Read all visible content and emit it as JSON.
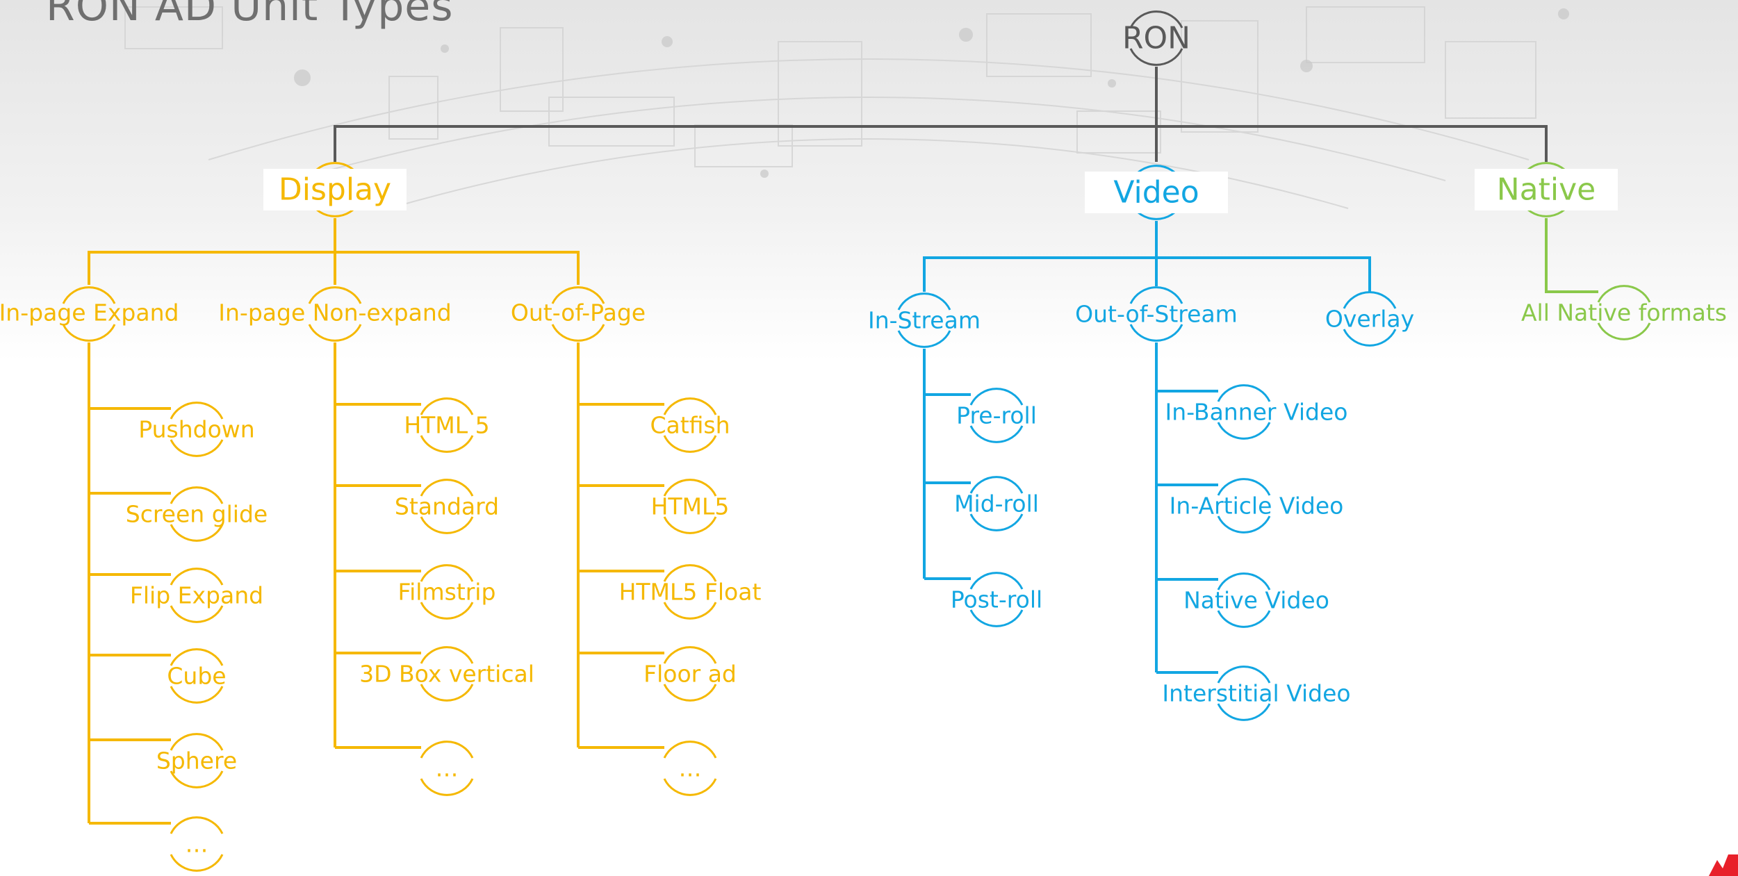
{
  "title": "RON AD Unit Types",
  "colors": {
    "root": "#595959",
    "display": "#f5b800",
    "video": "#12a6e2",
    "native": "#8ac84a",
    "brand": "#e8202a"
  },
  "root": {
    "label": "RON"
  },
  "categories": {
    "display": {
      "label": "Display",
      "groups": [
        {
          "label": "In-page Expand",
          "items": [
            "Pushdown",
            "Screen glide",
            "Flip Expand",
            "Cube",
            "Sphere",
            "…"
          ]
        },
        {
          "label": "In-page Non-expand",
          "items": [
            "HTML 5",
            "Standard",
            "Filmstrip",
            "3D Box vertical",
            "…"
          ]
        },
        {
          "label": "Out-of-Page",
          "items": [
            "Catfish",
            "HTML5",
            "HTML5 Float",
            "Floor ad",
            "…"
          ]
        }
      ]
    },
    "video": {
      "label": "Video",
      "groups": [
        {
          "label": "In-Stream",
          "items": [
            "Pre-roll",
            "Mid-roll",
            "Post-roll"
          ]
        },
        {
          "label": "Out-of-Stream",
          "items": [
            "In-Banner Video",
            "In-Article Video",
            "Native Video",
            "Interstitial Video"
          ]
        },
        {
          "label": "Overlay",
          "items": []
        }
      ]
    },
    "native": {
      "label": "Native",
      "groups": [
        {
          "label": "All Native formats",
          "items": []
        }
      ]
    }
  }
}
